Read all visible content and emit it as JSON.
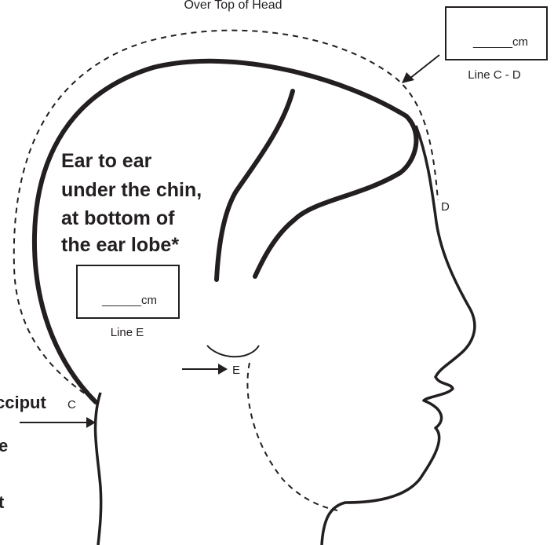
{
  "top_label": "Over Top of Head",
  "box_cd": {
    "value": "______cm",
    "caption": "Line C - D"
  },
  "box_e": {
    "value": "______cm",
    "caption": "Line E"
  },
  "point_d": "D",
  "point_e": "E",
  "point_c": "C",
  "instruction_lines": [
    "Ear to ear",
    "under the chin,",
    "at bottom of",
    "the ear lobe*"
  ],
  "left_cut_lines": [
    "cciput",
    "e",
    "t"
  ]
}
